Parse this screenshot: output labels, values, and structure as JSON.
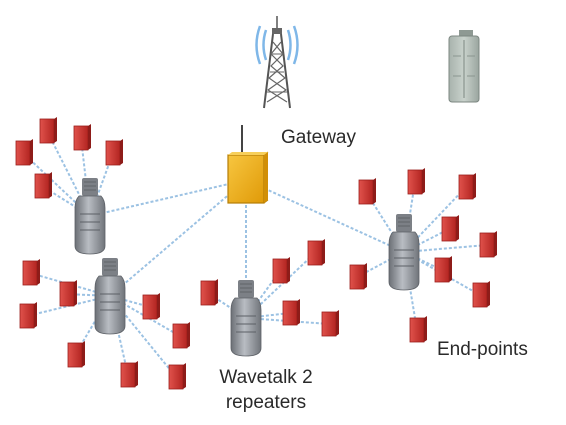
{
  "labels": {
    "gateway": "Gateway",
    "repeaters_line1": "Wavetalk 2",
    "repeaters_line2": "repeaters",
    "endpoints": "End-points"
  },
  "icons": {
    "tower": "radio-tower-icon",
    "server": "server-cabinet-icon",
    "gateway": "gateway-box-icon",
    "repeater": "repeater-device-icon",
    "endpoint": "endpoint-device-icon"
  },
  "colors": {
    "link": "#9cc2e3",
    "endpoint": "#c8312f",
    "gateway": "#f0ad12",
    "repeater": "#8c9097",
    "tower": "#555555",
    "signal": "#7fb7e8"
  }
}
